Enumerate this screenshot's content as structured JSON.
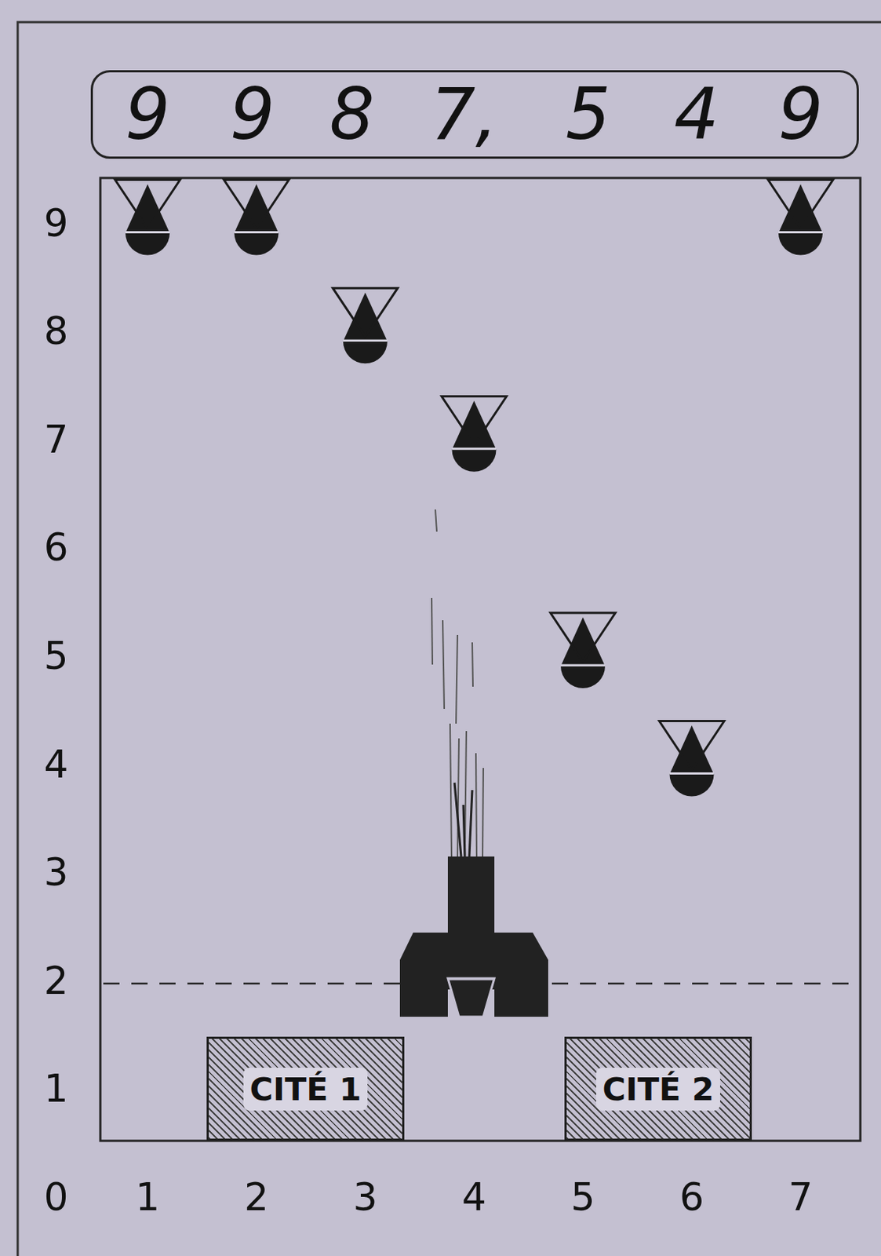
{
  "diagram": {
    "nodes": [
      {
        "text": [
          "9",
          "9",
          "8",
          "7,",
          "5",
          "4",
          "9"
        ]
      },
      {
        "text": [
          "CITÉ 1"
        ]
      },
      {
        "text": [
          "CITÉ 2"
        ]
      }
    ],
    "labels": [
      "9",
      "8",
      "7",
      "6",
      "5",
      "4",
      "3",
      "2",
      "1",
      "0",
      "1",
      "2",
      "3",
      "4",
      "5",
      "6",
      "7"
    ]
  }
}
